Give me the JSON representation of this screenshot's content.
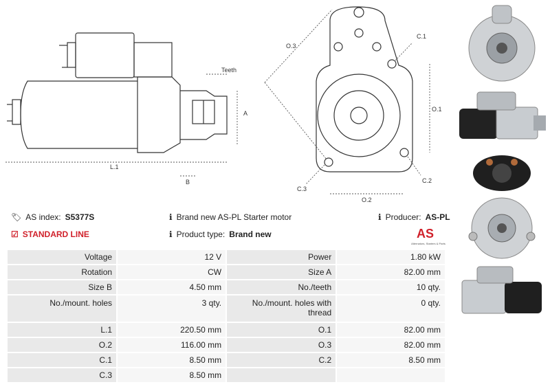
{
  "diagram_labels": {
    "teeth": "Teeth",
    "a": "A",
    "b": "B",
    "l1": "L.1",
    "o3": "O.3",
    "o1": "O.1",
    "o2": "O.2",
    "c1": "C.1",
    "c2": "C.2",
    "c3": "C.3"
  },
  "info": {
    "as_index_label": "AS index:",
    "as_index_value": "S5377S",
    "standard_line": "STANDARD LINE",
    "description": "Brand new AS-PL Starter motor",
    "product_type_label": "Product type:",
    "product_type_value": "Brand new",
    "producer_label": "Producer:",
    "producer_value": "AS-PL"
  },
  "logo": {
    "text": "AS",
    "tagline": "Alternators, Starters & Parts",
    "color": "#d0202a"
  },
  "specs": [
    [
      "Voltage",
      "12 V",
      "Power",
      "1.80 kW"
    ],
    [
      "Rotation",
      "CW",
      "Size A",
      "82.00 mm"
    ],
    [
      "Size B",
      "4.50 mm",
      "No./teeth",
      "10 qty."
    ],
    [
      "No./mount. holes",
      "3 qty.",
      "No./mount. holes with thread",
      "0 qty."
    ],
    [
      "L.1",
      "220.50 mm",
      "O.1",
      "82.00 mm"
    ],
    [
      "O.2",
      "116.00 mm",
      "O.3",
      "82.00 mm"
    ],
    [
      "C.1",
      "8.50 mm",
      "C.2",
      "8.50 mm"
    ],
    [
      "C.3",
      "8.50 mm",
      "",
      ""
    ]
  ]
}
